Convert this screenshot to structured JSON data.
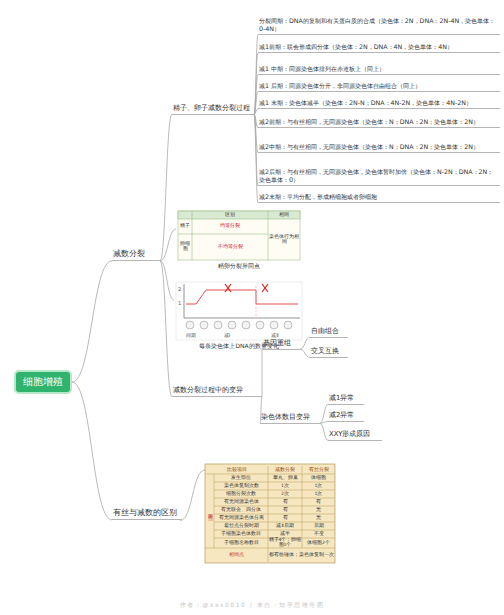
{
  "diagram": {
    "nodes": [
      {
        "text": [
          "细胞增殖"
        ]
      },
      {
        "text": [
          "减数分裂"
        ]
      },
      {
        "text": [
          "精子、卵子减数分裂过程"
        ]
      },
      {
        "text": [
          "分裂间期：DNA的复制和有关蛋白质的合成（染色体：2N，DNA：2N-4N，染色单体：0-4N）"
        ]
      },
      {
        "text": [
          "减1前期：联会形成四分体（染色体：2N，DNA：4N，染色单体：4N）"
        ]
      },
      {
        "text": [
          "减1 中期：同源染色体排列在赤道板上（同上）"
        ]
      },
      {
        "text": [
          "减1 后期：同源染色体分开，非同源染色体自由组合（同上）"
        ]
      },
      {
        "text": [
          "减1 末期：染色体减半（染色体：2N-N；DNA：4N-2N，染色单体：4N-2N）"
        ]
      },
      {
        "text": [
          "减2前期：与有丝相同，无同源染色体（染色体：N；DNA：2N；染色单体：2N）"
        ]
      },
      {
        "text": [
          "减2中期：与有丝相同，无同源染色体（染色体：N；DNA：2N；染色单体：2N）"
        ]
      },
      {
        "text": [
          "减2后期：与有丝相同，无同源染色体，染色体暂时加倍（染色体：N-2N；DNA：2N；染色单体：0）"
        ]
      },
      {
        "text": [
          "减2末期：平均分配，形成精细胞或者卵细胞"
        ]
      },
      {
        "text": [
          "精卵分裂异同点"
        ]
      },
      {
        "text": [
          "每条染色体上DNA的数量变化"
        ]
      },
      {
        "text": [
          "减数分裂过程中的变异"
        ]
      },
      {
        "text": [
          "基因重组"
        ]
      },
      {
        "text": [
          "自由组合"
        ]
      },
      {
        "text": [
          "交叉互换"
        ]
      },
      {
        "text": [
          "染色体数目变异"
        ]
      },
      {
        "text": [
          "减1异常"
        ]
      },
      {
        "text": [
          "减2异常"
        ]
      },
      {
        "text": [
          "XXY形成原因"
        ]
      },
      {
        "text": [
          "有丝与减数的区别"
        ]
      }
    ],
    "edges": [
      {
        "from": 0,
        "to": 1,
        "arrow": "none"
      },
      {
        "from": 0,
        "to": 22,
        "arrow": "none"
      },
      {
        "from": 1,
        "to": 2,
        "arrow": "none"
      },
      {
        "from": 2,
        "to": 3,
        "arrow": "none"
      },
      {
        "from": 2,
        "to": 4,
        "arrow": "none"
      },
      {
        "from": 2,
        "to": 5,
        "arrow": "none"
      },
      {
        "from": 2,
        "to": 6,
        "arrow": "none"
      },
      {
        "from": 2,
        "to": 7,
        "arrow": "none"
      },
      {
        "from": 2,
        "to": 8,
        "arrow": "none"
      },
      {
        "from": 2,
        "to": 9,
        "arrow": "none"
      },
      {
        "from": 2,
        "to": 10,
        "arrow": "none"
      },
      {
        "from": 2,
        "to": 11,
        "arrow": "none"
      },
      {
        "from": 1,
        "to": 12,
        "arrow": "none"
      },
      {
        "from": 1,
        "to": 13,
        "arrow": "none"
      },
      {
        "from": 1,
        "to": 14,
        "arrow": "none"
      },
      {
        "from": 14,
        "to": 15,
        "arrow": "none"
      },
      {
        "from": 15,
        "to": 16,
        "arrow": "none"
      },
      {
        "from": 15,
        "to": 17,
        "arrow": "none"
      },
      {
        "from": 14,
        "to": 18,
        "arrow": "none"
      },
      {
        "from": 18,
        "to": 19,
        "arrow": "none"
      },
      {
        "from": 18,
        "to": 20,
        "arrow": "none"
      },
      {
        "from": 18,
        "to": 21,
        "arrow": "none"
      }
    ],
    "labels": [
      "区别",
      "相同",
      "精子",
      "均等分裂",
      "卵细胞",
      "不均等分裂",
      "染色体行为相同",
      "2",
      "1",
      "间期",
      "减Ⅰ",
      "减Ⅱ",
      "比较项目",
      "减数分裂",
      "有丝分裂",
      "发生部位",
      "睾丸、卵巢",
      "体细胞",
      "染色体复制次数",
      "1次",
      "1次",
      "细胞分裂次数",
      "2次",
      "1次",
      "有无同源染色体",
      "有",
      "有",
      "有无联会、四分体",
      "有",
      "无",
      "有无同源染色体分离",
      "有",
      "无",
      "着丝点分裂时期",
      "减Ⅱ后期",
      "后期",
      "子细胞染色体数目",
      "减半",
      "不变",
      "子细胞名称数目",
      "精子4个；卵细胞1个",
      "体细胞2个",
      "不同点",
      "相同点",
      "都有纺锤体；染色体复制一次",
      "作者：@xxx0010 / 来自：知乎思维导图"
    ]
  }
}
